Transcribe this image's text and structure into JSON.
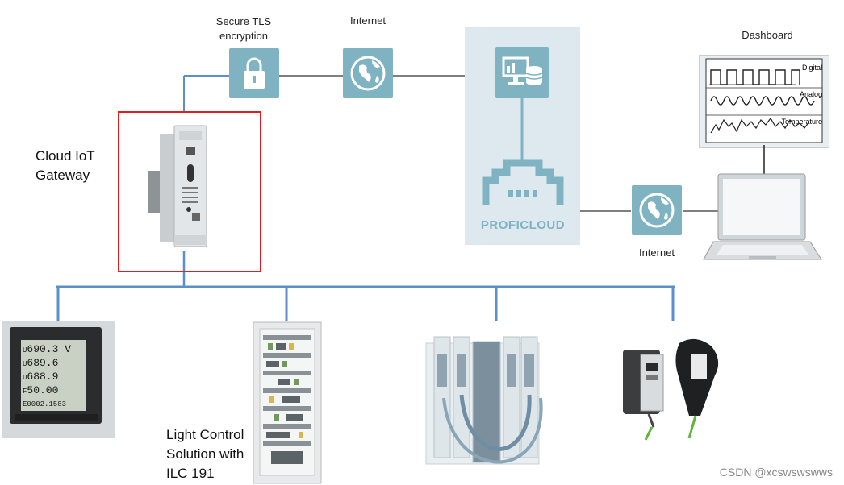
{
  "labels": {
    "secure_tls": [
      "Secure TLS",
      "encryption"
    ],
    "internet_top": "Internet",
    "dashboard": "Dashboard",
    "cloud_iot_gateway": [
      "Cloud IoT",
      "Gateway"
    ],
    "internet_bottom": "Internet",
    "proficloud": "PROFICLOUD",
    "light_control": [
      "Light Control",
      "Solution with",
      "ILC 191"
    ]
  },
  "dashboard_charts": {
    "digital": "Digital",
    "analog": "Analog",
    "temperature": "Temperature"
  },
  "meter_display": {
    "rows": [
      "690.3 V",
      "689.6",
      "688.9",
      "50.00",
      "0002.1583"
    ],
    "row_prefixes": [
      "U",
      "U",
      "U",
      "F",
      "E"
    ]
  },
  "watermark": "CSDN @xcswswswws",
  "colors": {
    "line": "#5b8fc9",
    "tile": "#7fb3c2",
    "proficloud_bg": "#dde9ee",
    "highlight": "#e02020"
  }
}
